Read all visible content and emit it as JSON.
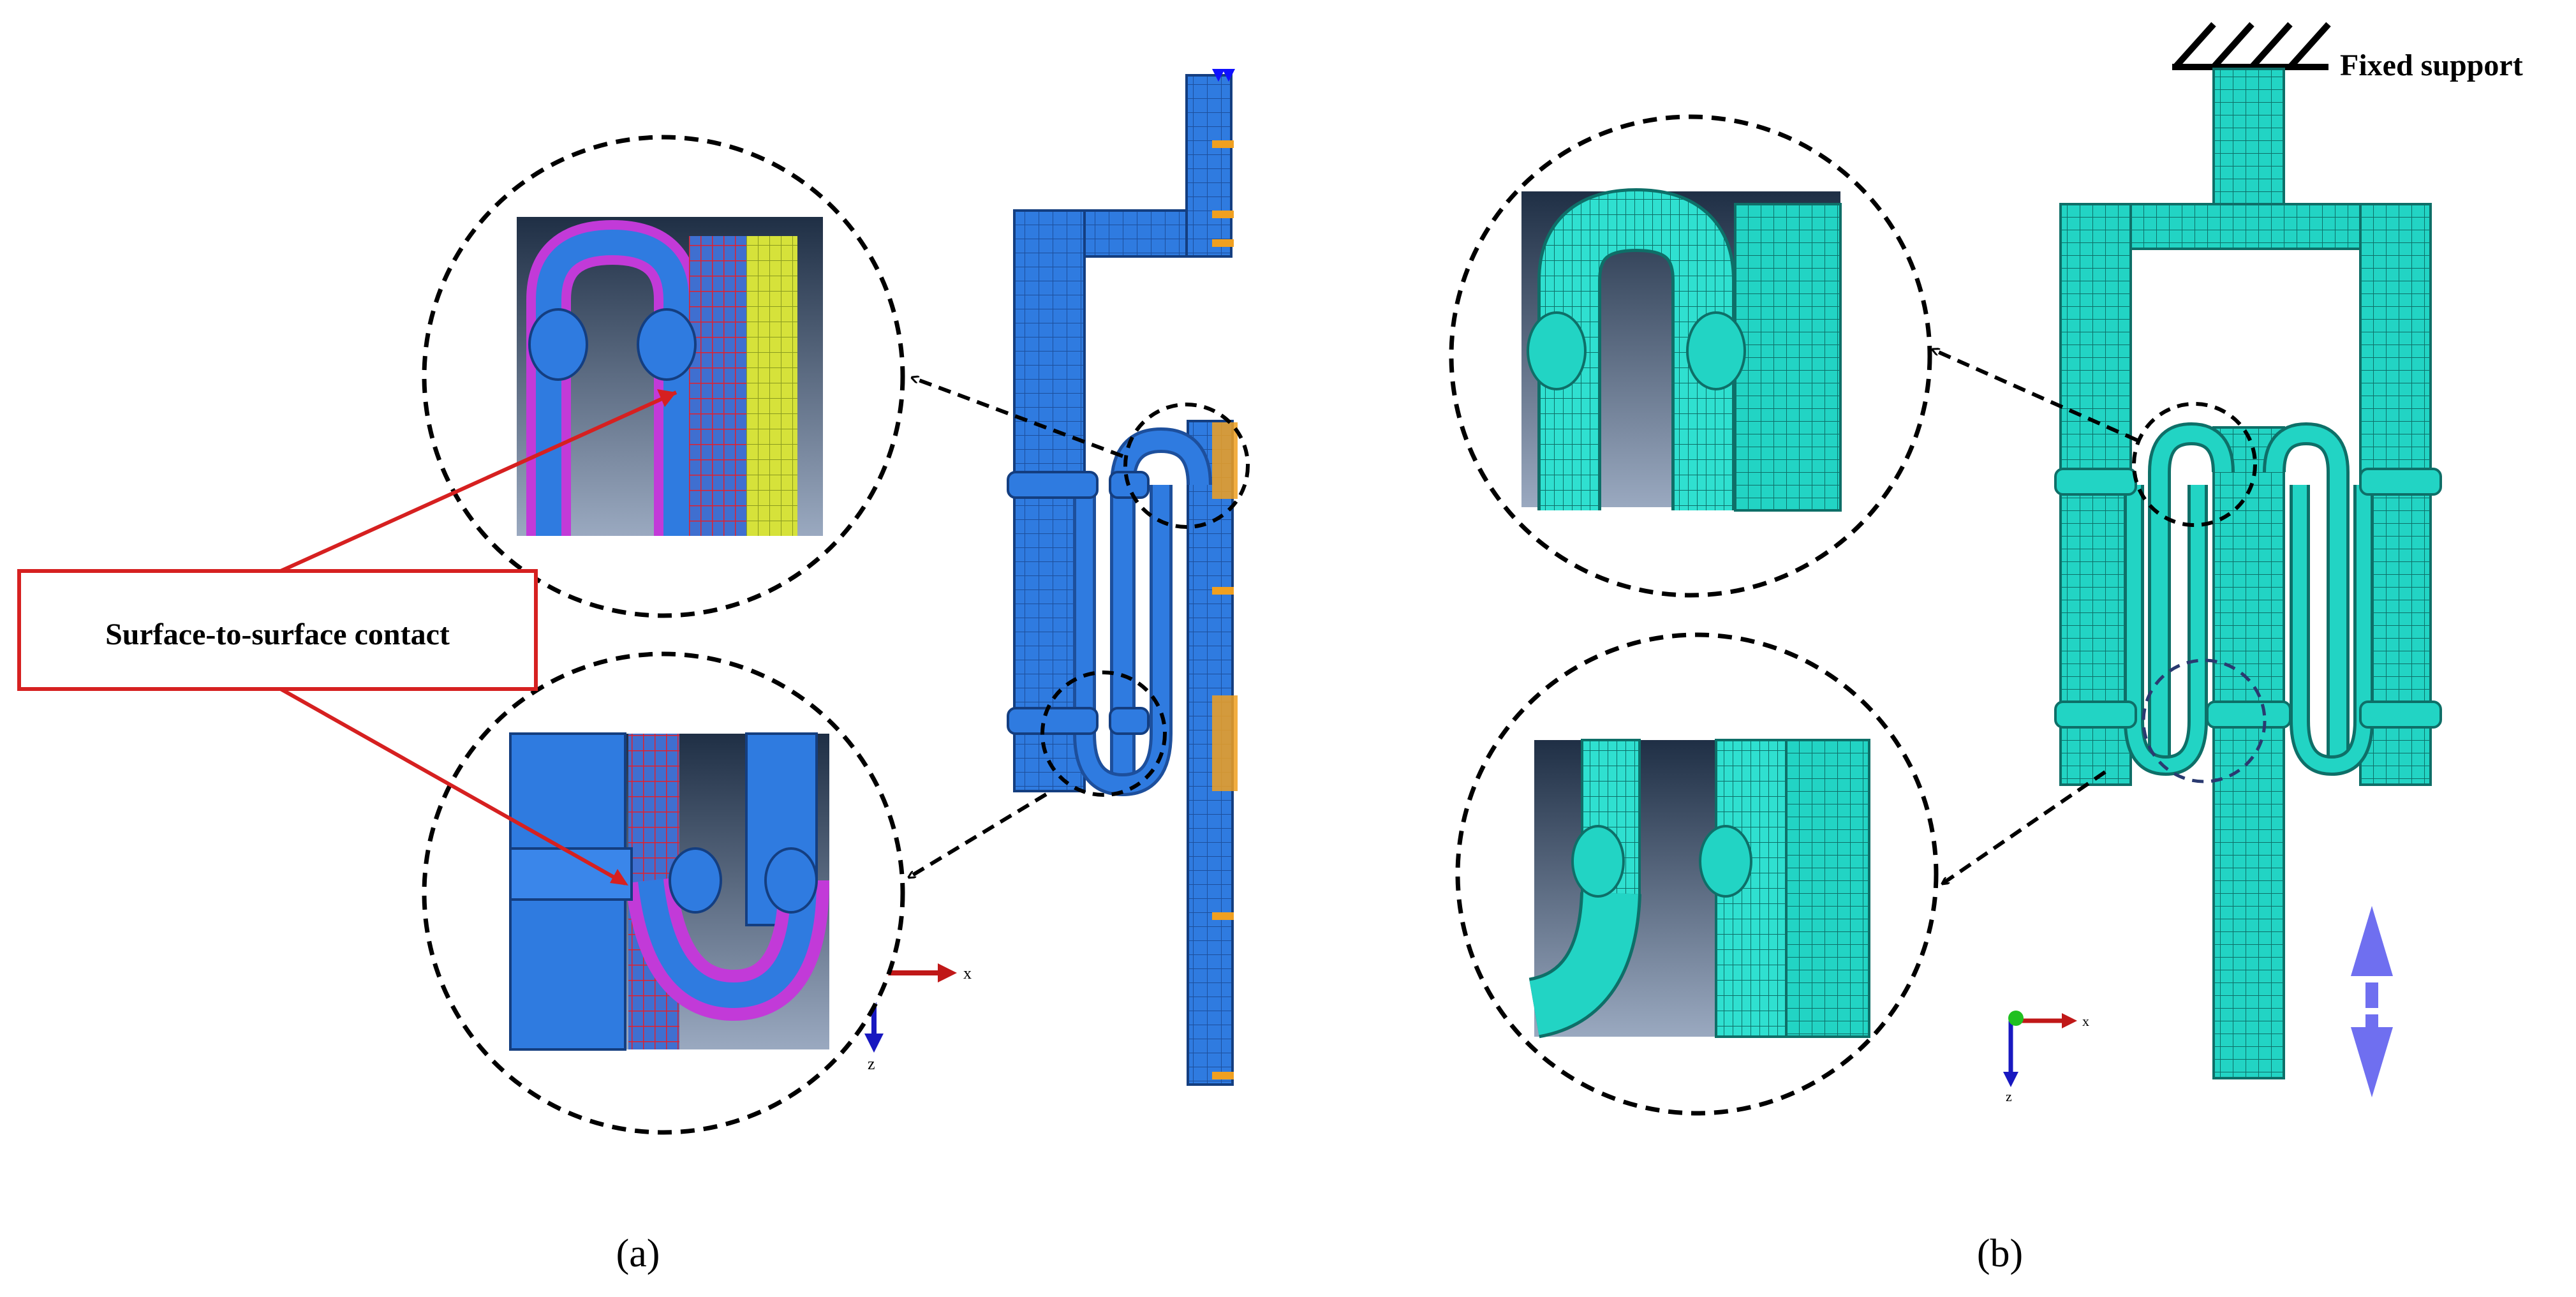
{
  "figure": {
    "panel_a_label": "(a)",
    "panel_b_label": "(b)",
    "contact_label": "Surface-to-surface contact",
    "support_label": "Fixed support",
    "axis_x_label": "x",
    "axis_z_label": "z"
  },
  "colors": {
    "model_blue": "#2f7be0",
    "model_blue_dark": "#1d4f9c",
    "mesh_cyan": "#22d4c4",
    "mesh_teal": "#148f86",
    "contact_red": "#e0202e",
    "contact_magenta": "#c23ad8",
    "contact_yellow": "#e6f03a",
    "inset_bg_top": "#1f2f45",
    "inset_bg_bottom": "#8fa0b8",
    "arrow_load": "#6f6ff0",
    "callout_red": "#d62020"
  },
  "icons": {
    "boundary_markers": "boundary-condition-marker-icon",
    "triad": "coordinate-triad-icon",
    "load_arrow": "double-headed-arrow-icon",
    "support": "fixed-support-hatch-icon"
  }
}
